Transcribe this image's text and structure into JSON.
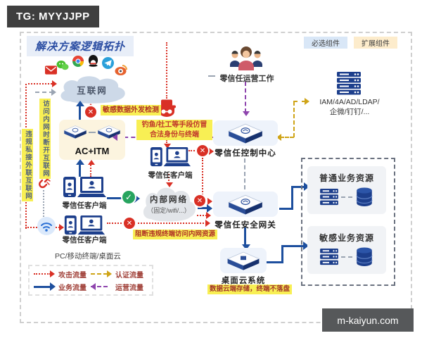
{
  "page": {
    "tg_badge": "TG: MYYJJPP",
    "watermark": "m-kaiyun.com"
  },
  "diagram": {
    "title": "解决方案逻辑拓扑",
    "badge_required": "必选组件",
    "badge_extended": "扩展组件"
  },
  "nodes": {
    "internet": {
      "label": "互联网"
    },
    "ops": {
      "label": "零信任运营工作"
    },
    "iam": {
      "line1": "IAM/4A/AD/LDAP/",
      "line2": "企微/钉钉/..."
    },
    "ac_itm": {
      "label": "AC+ITM"
    },
    "client_top": {
      "label": "零信任客户端"
    },
    "client_mid": {
      "label": "零信任客户端"
    },
    "client_bottom": {
      "label": "零信任客户端"
    },
    "control_center": {
      "label": "零信任控制中心"
    },
    "gateway": {
      "label": "零信任安全网关"
    },
    "intranet": {
      "label": "内部网络",
      "sublabel": "（固定/wifi/...）"
    },
    "desktop_cloud": {
      "label": "桌面云系统"
    },
    "resource_normal": {
      "label": "普通业务资源"
    },
    "resource_sensitive": {
      "label": "敏感业务资源"
    },
    "terminal_types": {
      "label": "PC/移动终端/桌面云"
    }
  },
  "notes": {
    "outbound_detect": "敏感数据外发检测",
    "phishing_line1": "钓鱼/社工等手段仿冒",
    "phishing_line2": "合法身份与终端",
    "block_illegal": "阻断违规终端访问内网资源",
    "desktop_data": "数据云端存储，终端不落盘",
    "vertical_private": "违规私接外联互联网",
    "vertical_disconnect": "访问内网时断开互联网"
  },
  "legend": {
    "attack": "攻击流量",
    "auth": "认证流量",
    "business": "业务流量",
    "operation": "运营流量"
  },
  "glyphs": {
    "check": "✓",
    "cross": "✕"
  },
  "colors": {
    "attack_red": "#d93025",
    "auth_yellow": "#cfa417",
    "business_blue": "#1d4f9e",
    "operation_purple": "#8e44ad",
    "device_navy": "#1d3f8c",
    "highlight_yellow": "#f8ef54",
    "note_red": "#c0392b"
  }
}
